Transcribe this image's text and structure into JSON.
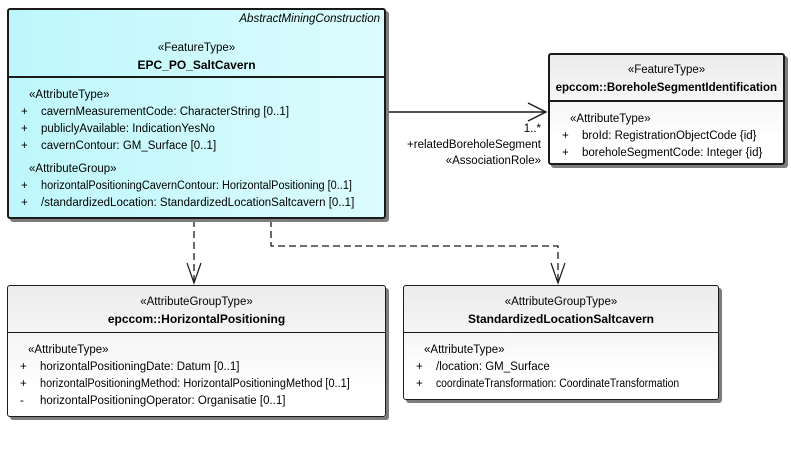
{
  "classes": {
    "saltCavern": {
      "parent": "AbstractMiningConstruction",
      "stereotype": "«FeatureType»",
      "name": "EPC_PO_SaltCavern",
      "attrHeader1": "«AttributeType»",
      "attrs1": [
        {
          "vis": "+",
          "text": "cavernMeasurementCode: CharacterString [0..1]"
        },
        {
          "vis": "+",
          "text": "publiclyAvailable: IndicationYesNo"
        },
        {
          "vis": "+",
          "text": "cavernContour: GM_Surface [0..1]"
        }
      ],
      "attrHeader2": "«AttributeGroup»",
      "attrs2": [
        {
          "vis": "+",
          "text": "horizontalPositioningCavernContour: HorizontalPositioning [0..1]"
        },
        {
          "vis": "+",
          "text": "/standardizedLocation: StandardizedLocationSaltcavern [0..1]"
        }
      ]
    },
    "borehole": {
      "stereotype": "«FeatureType»",
      "name": "epccom::BoreholeSegmentIdentification",
      "attrHeader": "«AttributeType»",
      "attrs": [
        {
          "vis": "+",
          "text": "broId: RegistrationObjectCode {id}"
        },
        {
          "vis": "+",
          "text": "boreholeSegmentCode: Integer {id}"
        }
      ]
    },
    "horizontalPositioning": {
      "stereotype": "«AttributeGroupType»",
      "name": "epccom::HorizontalPositioning",
      "attrHeader": "«AttributeType»",
      "attrs": [
        {
          "vis": "+",
          "text": "horizontalPositioningDate: Datum [0..1]"
        },
        {
          "vis": "+",
          "text": "horizontalPositioningMethod: HorizontalPositioningMethod [0..1]"
        },
        {
          "vis": "-",
          "text": "horizontalPositioningOperator: Organisatie [0..1]"
        }
      ]
    },
    "standardizedLocation": {
      "stereotype": "«AttributeGroupType»",
      "name": "StandardizedLocationSaltcavern",
      "attrHeader": "«AttributeType»",
      "attrs": [
        {
          "vis": "+",
          "text": "/location: GM_Surface"
        },
        {
          "vis": "+",
          "text": "coordinateTransformation: CoordinateTransformation"
        }
      ]
    }
  },
  "association": {
    "multiplicity": "1..*",
    "role": "+relatedBoreholeSegment",
    "stereotype": "«AssociationRole»"
  },
  "colors": {
    "class_fill": "#bdf7fb",
    "class_fill_light": "#dcfcfe",
    "neutral_fill": "#ececec",
    "border": "#1a1a1a"
  }
}
